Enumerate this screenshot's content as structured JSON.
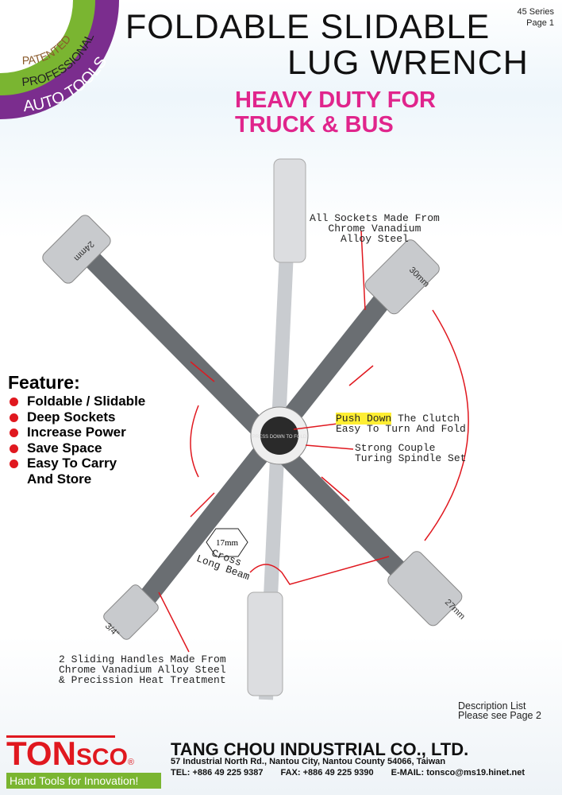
{
  "badge": {
    "ring1": "PATENTED",
    "ring2": "PROFESSIONAL",
    "ring3": "AUTO TOOLS"
  },
  "header": {
    "series": "45 Series",
    "page": "Page 1",
    "title_line1": "FOLDABLE SLIDABLE",
    "title_line2": "LUG  WRENCH",
    "subtitle_line1": "HEAVY DUTY FOR",
    "subtitle_line2": "TRUCK & BUS"
  },
  "features": {
    "heading": "Feature:",
    "items": [
      "Foldable / Slidable",
      "Deep Sockets",
      "Increase Power",
      "Save Space",
      "Easy To Carry"
    ],
    "continuation": "And Store"
  },
  "product": {
    "socket_labels": [
      "24mm",
      "30mm",
      "27mm",
      "3/4\""
    ],
    "hex_label": "17mm",
    "clutch_text": "PRESS DOWN TO FOLD"
  },
  "annotations": {
    "sockets": [
      "All Sockets Made From",
      "Chrome Vanadium",
      "Alloy Steel"
    ],
    "push_highlight": "Push Down",
    "push_rest": " The Clutch",
    "push_line2": "Easy To Turn And Fold",
    "spindle": [
      "Strong Couple",
      "Turing Spindle Set"
    ],
    "beam": [
      "Cross",
      "Long Beam"
    ],
    "handles": [
      "2 Sliding Handles Made From",
      "Chrome Vanadium Alloy Steel",
      "& Precission Heat Treatment"
    ]
  },
  "description": {
    "line1": "Description List",
    "line2": "Please see Page 2"
  },
  "footer": {
    "logo_main": "TON",
    "logo_small": "SCO",
    "registered": "®",
    "tagline": "Hand Tools for Innovation!",
    "company": "TANG CHOU INDUSTRIAL CO., LTD.",
    "address": "57  Industrial North Rd., Nantou City, Nantou County 54066, Taiwan",
    "tel": "TEL: +886 49 225 9387",
    "fax": "FAX: +886 49 225 9390",
    "email": "E-MAIL: tonsco@ms19.hinet.net"
  },
  "colors": {
    "purple": "#7b2d8e",
    "green": "#7ab531",
    "pink": "#e0258c",
    "red": "#e0181f"
  }
}
